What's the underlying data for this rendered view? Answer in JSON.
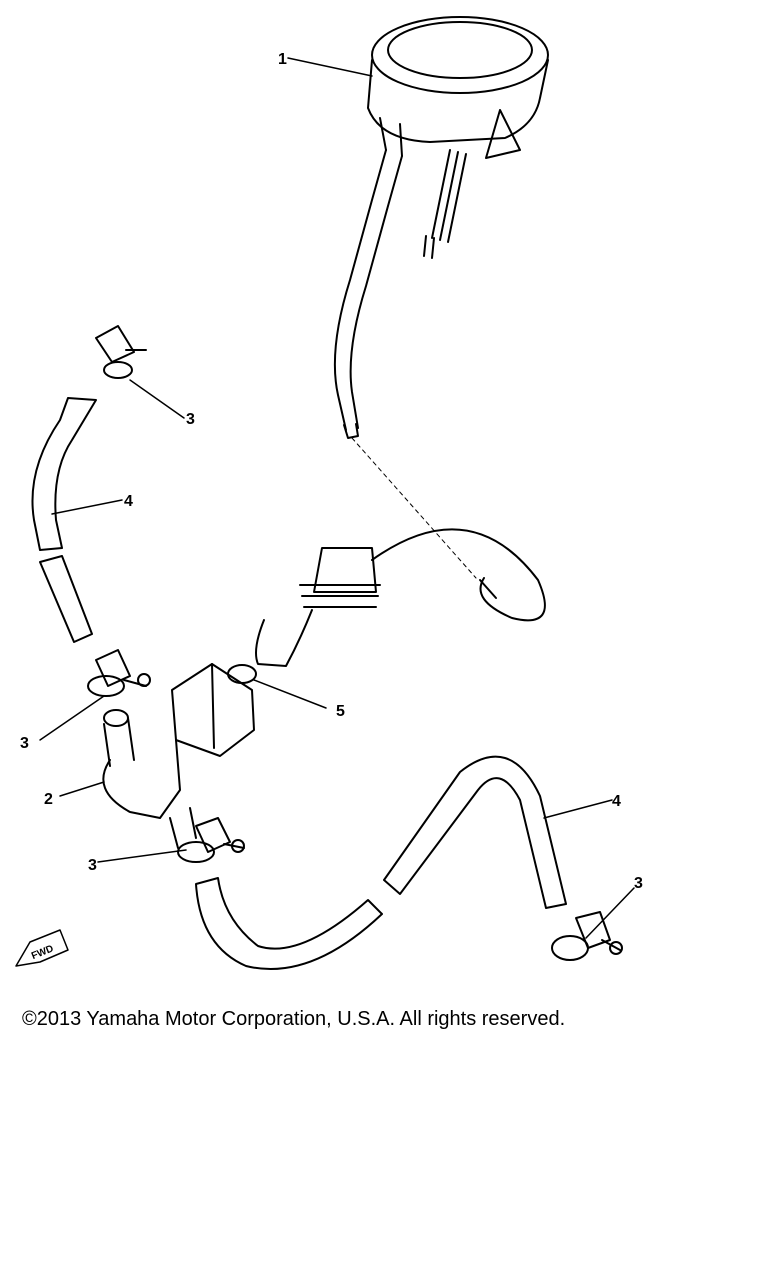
{
  "diagram": {
    "callouts": {
      "part_1": "1",
      "part_2": "2",
      "part_3_a": "3",
      "part_3_b": "3",
      "part_3_c": "3",
      "part_3_d": "3",
      "part_4_a": "4",
      "part_4_b": "4",
      "part_5": "5"
    },
    "fwd_label": "FWD"
  },
  "footer": {
    "copyright": "©2013 Yamaha Motor Corporation, U.S.A. All rights reserved."
  },
  "colors": {
    "line": "#000000",
    "background": "#ffffff"
  }
}
